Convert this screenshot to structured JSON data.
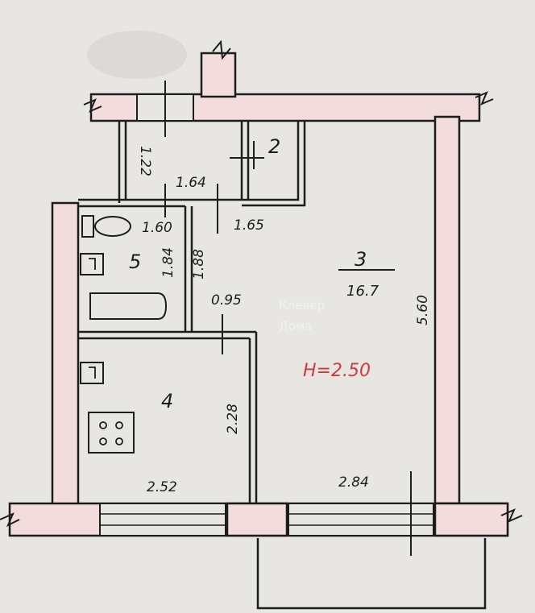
{
  "rooms": {
    "hall": {
      "number": "2"
    },
    "living": {
      "number": "3",
      "area": "16.7"
    },
    "kitchen": {
      "number": "4"
    },
    "bathroom": {
      "number": "5"
    }
  },
  "dimensions": {
    "hall_depth": "1.22",
    "hall_width": "1.64",
    "toilet_width": "1.60",
    "corridor_width": "1.65",
    "bath_length": "1.84",
    "corridor_length": "1.88",
    "door_width": "0.95",
    "kitchen_depth": "2.28",
    "kitchen_width": "2.52",
    "living_width": "2.84",
    "living_length": "5.60"
  },
  "ceiling_height": "H=2.50",
  "watermark": {
    "line1": "Клевер",
    "line2": "Дома"
  },
  "colors": {
    "wall_fill": "#f3dcdc",
    "line": "#1d1d1d",
    "height_note": "#d23a3a"
  }
}
